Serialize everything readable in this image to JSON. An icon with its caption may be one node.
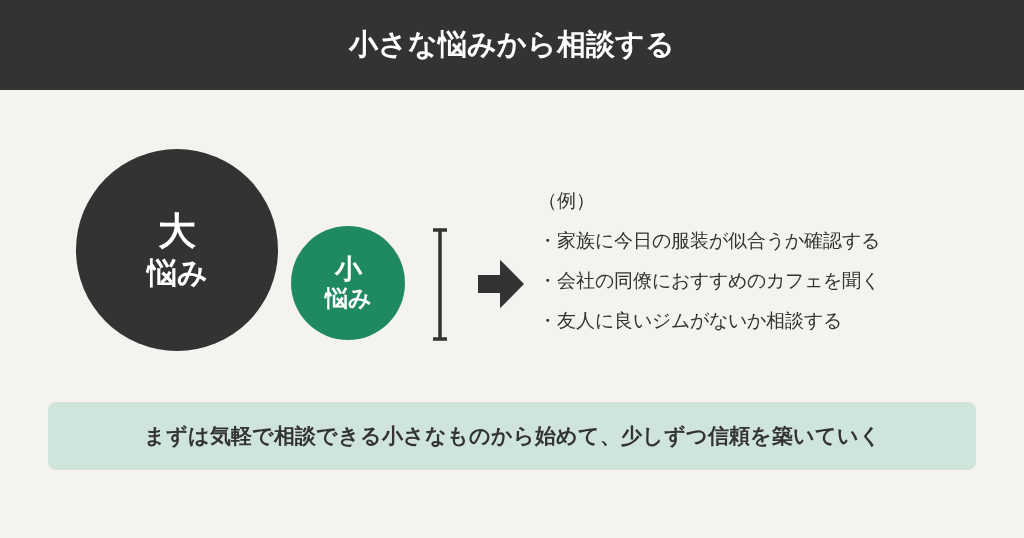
{
  "diagram": {
    "title": "小さな悩みから相談する",
    "nodes": [
      {
        "text": [
          "大",
          "悩み"
        ]
      },
      {
        "text": [
          "小",
          "悩み"
        ]
      },
      {
        "text": [
          "（例）",
          "・家族に今日の服装が似合うか確認する",
          "・会社の同僚におすすめのカフェを聞く",
          "・友人に良いジムがないか相談する"
        ]
      },
      {
        "text": [
          "まずは気軽で相談できる小さなものから始めて、少しずつ信頼を築いていく"
        ]
      }
    ],
    "edges": [
      {
        "from": null,
        "to": 2,
        "arrow": "to",
        "style": "thick"
      }
    ]
  }
}
